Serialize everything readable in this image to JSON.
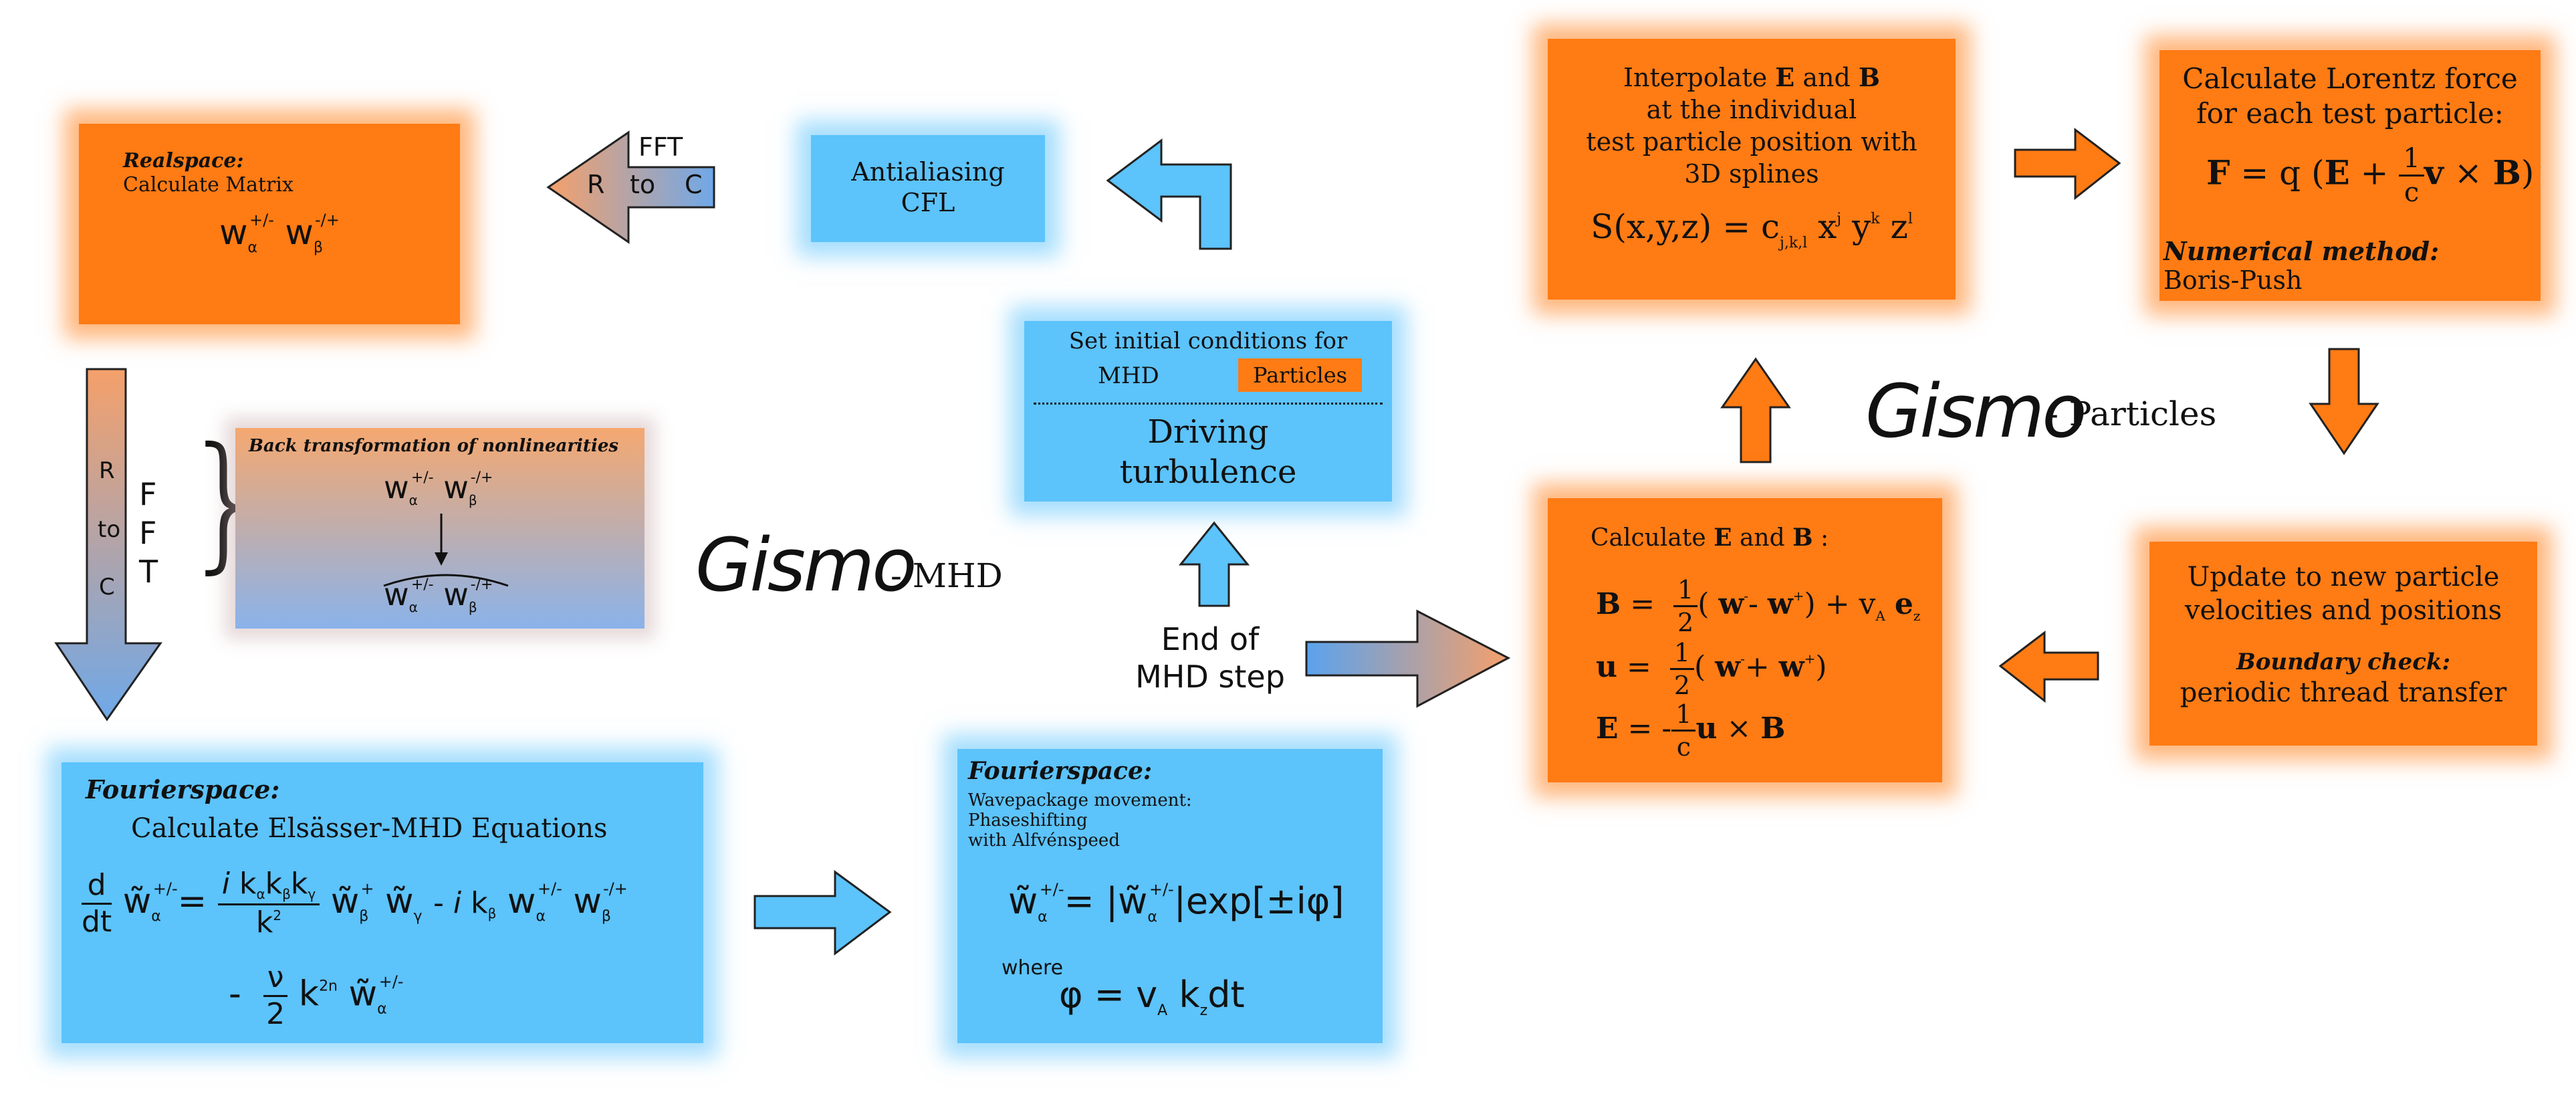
{
  "realspace": {
    "heading": "Realspace:",
    "line": "Calculate Matrix",
    "formula": "wα+/- wβ-/+"
  },
  "fft_arrow": {
    "top": "FFT",
    "left": "R",
    "mid": "to",
    "right": "C"
  },
  "antialiasing": {
    "line1": "Antialiasing",
    "line2": "CFL"
  },
  "rfft_arrow": {
    "r": "R",
    "to": "to",
    "c": "C",
    "f1": "F",
    "f2": "F",
    "t": "T"
  },
  "back_transform": {
    "heading": "Back transformation of nonlinearities",
    "top": "wα+/- wβ-/+",
    "bottom": "wα+/- wβ-/+"
  },
  "gismo_mhd": {
    "logo": "Gismo",
    "suffix": "- MHD"
  },
  "gismo_particles": {
    "logo": "Gismo",
    "suffix": "- Particles"
  },
  "initial": {
    "title": "Set initial conditions for",
    "opt1": "MHD",
    "opt2": "Particles",
    "line1": "Driving",
    "line2": "turbulence"
  },
  "end_mhd": {
    "line1": "End of",
    "line2": "MHD step"
  },
  "fourier_left": {
    "heading": "Fourierspace:",
    "title": "Calculate Elsässer-MHD Equations",
    "eq1": "d/dt w̃α+/- = i kα kβ kγ / k² w̃β+ w̃γ - i kβ wα+/- wβ-/+",
    "eq2": "- ν/2 k2n w̃α+/-"
  },
  "fourier_right": {
    "heading": "Fourierspace:",
    "line1": "Wavepackage movement:",
    "line2": "Phaseshifting",
    "line3": "with Alfvénspeed",
    "eq1": "w̃α+/- = |w̃α+/-| exp[±iφ]",
    "where": "where",
    "eq2": "φ = vA kz dt"
  },
  "interpolate": {
    "line1a": "Interpolate ",
    "E": "E",
    "and": " and ",
    "B": "B",
    "line2": "at the individual",
    "line3": "test particle position with",
    "line4": "3D splines",
    "eq": "S(x,y,z) = cj,k,l xj yk zl"
  },
  "lorentz": {
    "line1": "Calculate Lorentz force",
    "line2": "for each test particle:",
    "eq": "F = q (E + 1/c v × B)",
    "method_heading": "Numerical method:",
    "method": "Boris-Push"
  },
  "calc_eb": {
    "title_a": "Calculate ",
    "E": "E",
    "and": " and ",
    "B": "B",
    "title_b": " :",
    "eq_b": "B = 1/2 ( w- - w+) + vA ez",
    "eq_u": "u = 1/2 ( w- + w+)",
    "eq_e": "E = -1/c u × B"
  },
  "update": {
    "line1": "Update to new particle",
    "line2": "velocities and positions",
    "check_heading": "Boundary check:",
    "check": "periodic thread transfer"
  },
  "colors": {
    "orange": "#ff7b14",
    "blue": "#5cc3fb",
    "arrow_orange": "#f7a36a",
    "arrow_blue": "#6fa8e8"
  }
}
